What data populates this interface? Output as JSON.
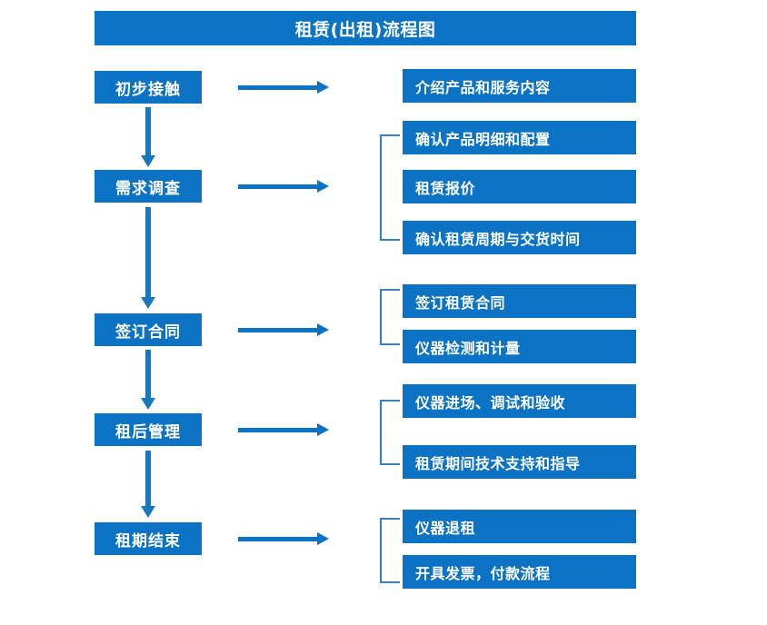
{
  "diagram": {
    "title": "租赁(出租)流程图",
    "accent_color": "#0b72c4",
    "bracket_color": "#3a7fbf",
    "arrow_color": "#1878bd",
    "text_color": "#ffffff",
    "background_color": "#ffffff"
  },
  "stages": [
    {
      "id": "stage-1",
      "label": "初步接触"
    },
    {
      "id": "stage-2",
      "label": "需求调查"
    },
    {
      "id": "stage-3",
      "label": "签订合同"
    },
    {
      "id": "stage-4",
      "label": "租后管理"
    },
    {
      "id": "stage-5",
      "label": "租期结束"
    }
  ],
  "details": [
    {
      "id": "detail-1-1",
      "label": "介绍产品和服务内容",
      "group": 1
    },
    {
      "id": "detail-2-1",
      "label": "确认产品明细和配置",
      "group": 2
    },
    {
      "id": "detail-2-2",
      "label": "租赁报价",
      "group": 2
    },
    {
      "id": "detail-2-3",
      "label": "确认租赁周期与交货时间",
      "group": 2
    },
    {
      "id": "detail-3-1",
      "label": "签订租赁合同",
      "group": 3
    },
    {
      "id": "detail-3-2",
      "label": "仪器检测和计量",
      "group": 3
    },
    {
      "id": "detail-4-1",
      "label": "仪器进场、调试和验收",
      "group": 4
    },
    {
      "id": "detail-4-2",
      "label": "租赁期间技术支持和指导",
      "group": 4
    },
    {
      "id": "detail-5-1",
      "label": "仪器退租",
      "group": 5
    },
    {
      "id": "detail-5-2",
      "label": "开具发票，付款流程",
      "group": 5
    }
  ],
  "flow_connectors": {
    "horizontal_count": 5,
    "vertical_count": 4,
    "bracket_count": 4
  }
}
